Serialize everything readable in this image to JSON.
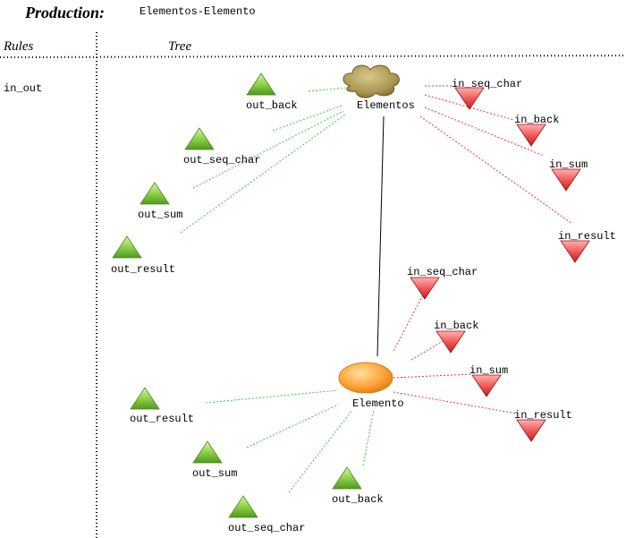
{
  "production": {
    "label": "Production:",
    "value": "Elementos-Elemento"
  },
  "columns": {
    "rules": "Rules",
    "tree": "Tree"
  },
  "rules": [
    "in_out"
  ],
  "colors": {
    "out_port": "#8fd14a",
    "in_port": "#f05a5a",
    "out_link": "#33cc33",
    "in_link": "#ee3333",
    "cloud": "#a89550",
    "ellipse": "#ffa63a"
  },
  "nodes": {
    "elementos": {
      "label": "Elementos",
      "shape": "cloud-icon",
      "outputs": [
        "out_back",
        "out_seq_char",
        "out_sum",
        "out_result"
      ],
      "inputs": [
        "in_seq_char",
        "in_back",
        "in_sum",
        "in_result"
      ]
    },
    "elemento": {
      "label": "Elemento",
      "shape": "ellipse",
      "outputs": [
        "out_result",
        "out_sum",
        "out_seq_char",
        "out_back"
      ],
      "inputs": [
        "in_seq_char",
        "in_back",
        "in_sum",
        "in_result"
      ]
    }
  }
}
